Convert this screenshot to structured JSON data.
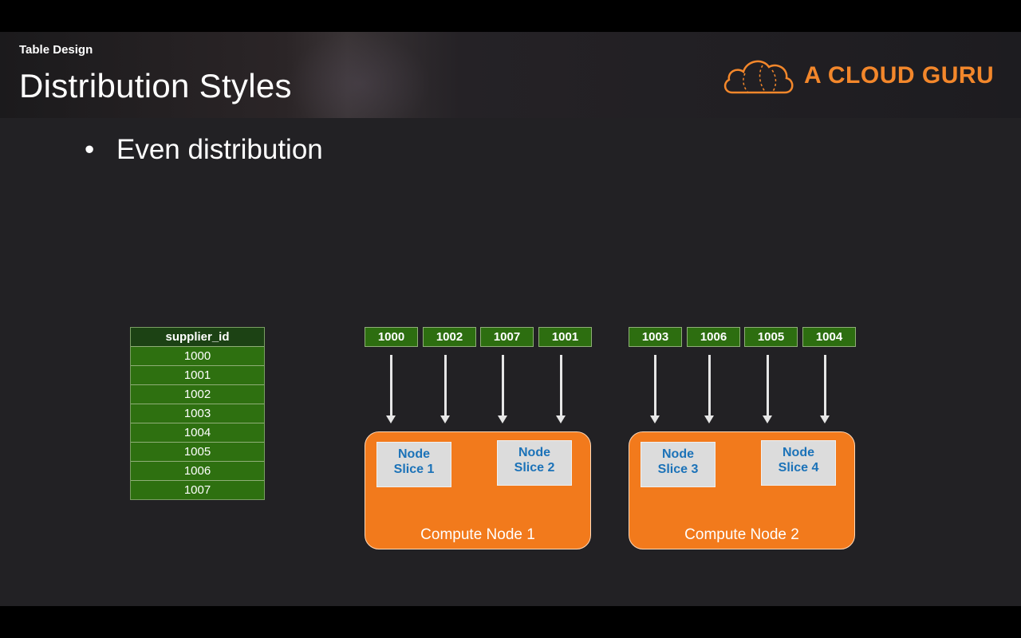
{
  "header": {
    "section_label": "Table Design",
    "title": "Distribution Styles",
    "brand": "A CLOUD GURU",
    "brand_color": "#f3872b"
  },
  "bullets": [
    "Even distribution"
  ],
  "table": {
    "header": "supplier_id",
    "rows": [
      "1000",
      "1001",
      "1002",
      "1003",
      "1004",
      "1005",
      "1006",
      "1007"
    ]
  },
  "compute_nodes": [
    {
      "label": "Compute Node 1",
      "slices": [
        {
          "line1": "Node",
          "line2": "Slice 1"
        },
        {
          "line1": "Node",
          "line2": "Slice 2"
        }
      ],
      "chips": [
        "1000",
        "1002",
        "1007",
        "1001"
      ]
    },
    {
      "label": "Compute Node 2",
      "slices": [
        {
          "line1": "Node",
          "line2": "Slice 3"
        },
        {
          "line1": "Node",
          "line2": "Slice 4"
        }
      ],
      "chips": [
        "1003",
        "1006",
        "1005",
        "1004"
      ]
    }
  ],
  "colors": {
    "table_green": "#2e7010",
    "node_orange": "#f27a1c",
    "slice_text_blue": "#1b72b8"
  }
}
